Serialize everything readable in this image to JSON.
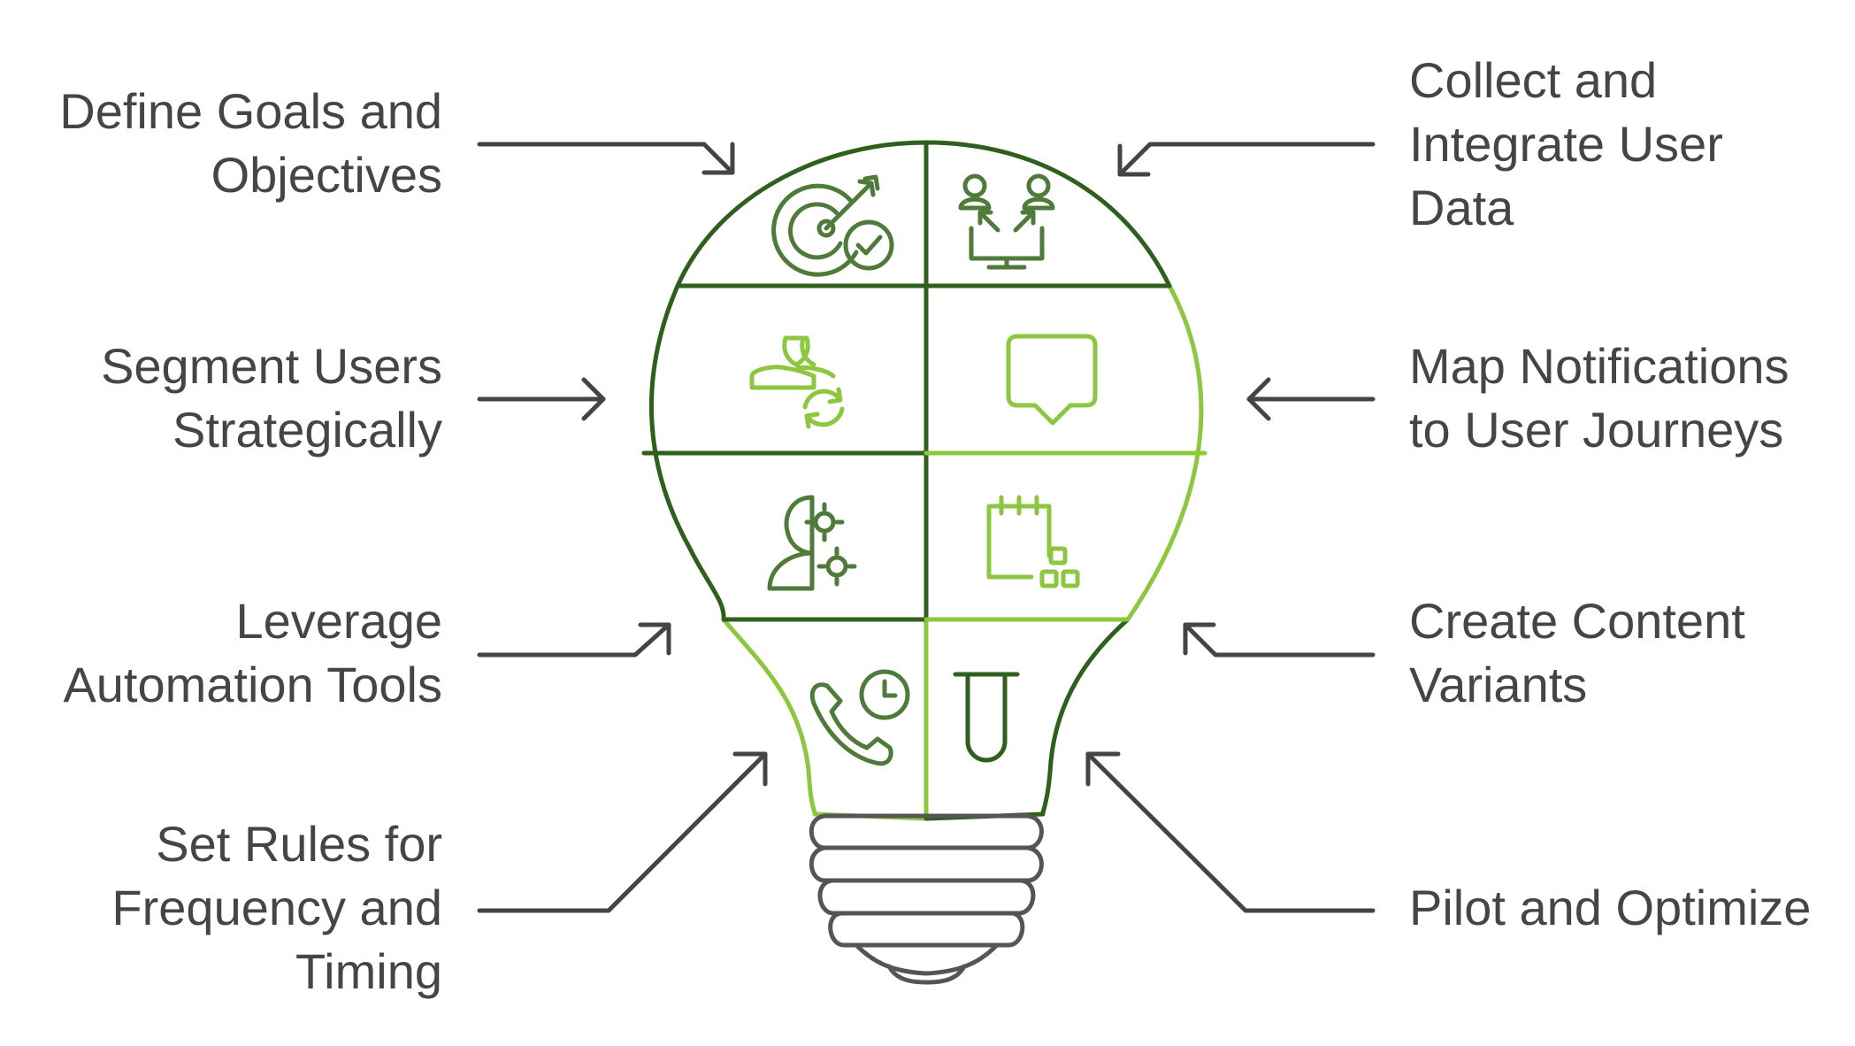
{
  "colors": {
    "dark_green": "#2e5f1c",
    "mid_green": "#4f7a3a",
    "light_green": "#8dc63f",
    "arrow": "#444444",
    "text": "#454545",
    "base": "#555555"
  },
  "steps": [
    {
      "label": "Define Goals and\nObjectives",
      "icon": "target-check-icon"
    },
    {
      "label": "Collect and\nIntegrate User\nData",
      "icon": "users-monitor-icon"
    },
    {
      "label": "Segment Users\nStrategically",
      "icon": "users-refresh-icon"
    },
    {
      "label": "Map Notifications\nto User Journeys",
      "icon": "speech-bubble-icon"
    },
    {
      "label": "Leverage\nAutomation Tools",
      "icon": "head-gears-icon"
    },
    {
      "label": "Create Content\nVariants",
      "icon": "calendar-blocks-icon"
    },
    {
      "label": "Set Rules for\nFrequency and\nTiming",
      "icon": "phone-clock-icon"
    },
    {
      "label": "Pilot and Optimize",
      "icon": "test-tube-icon"
    }
  ]
}
